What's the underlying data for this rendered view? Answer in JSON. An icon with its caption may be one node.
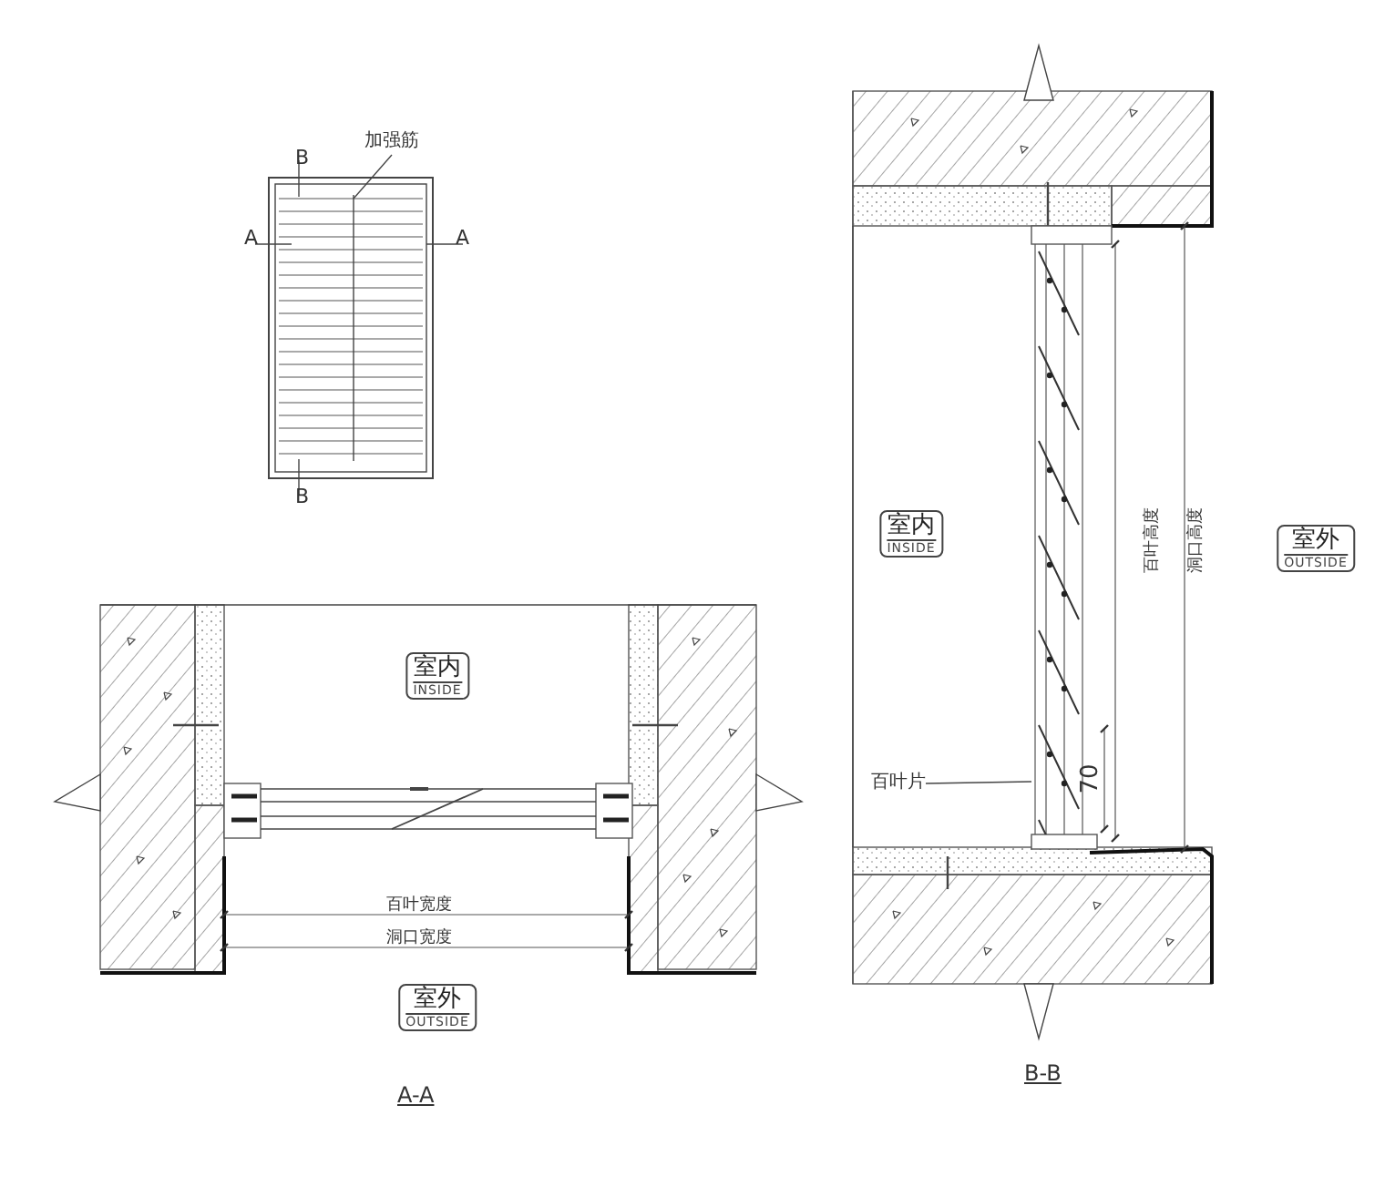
{
  "diagram": {
    "nodes": [
      {
        "text": [
          "加强筋"
        ]
      },
      {
        "text": [],
        "shape": "picture"
      },
      {
        "text": [
          "室内",
          "INSIDE"
        ]
      },
      {
        "text": [
          "室外",
          "OUTSIDE"
        ]
      },
      {
        "text": [
          "室内",
          "INSIDE"
        ]
      },
      {
        "text": [
          "室外",
          "OUTSIDE"
        ]
      },
      {
        "text": [
          "百叶片"
        ]
      },
      {
        "text": [],
        "shape": "picture"
      }
    ],
    "edges": [
      {
        "from": 0,
        "to": 1,
        "arrow": "none"
      },
      {
        "from": 6,
        "to": 7,
        "arrow": "none"
      }
    ],
    "labels": [
      "B",
      "A",
      "A",
      "B",
      "百叶宽度",
      "洞口宽度",
      "A-A",
      "百叶高度",
      "洞口高度",
      "70",
      "B-B"
    ]
  }
}
